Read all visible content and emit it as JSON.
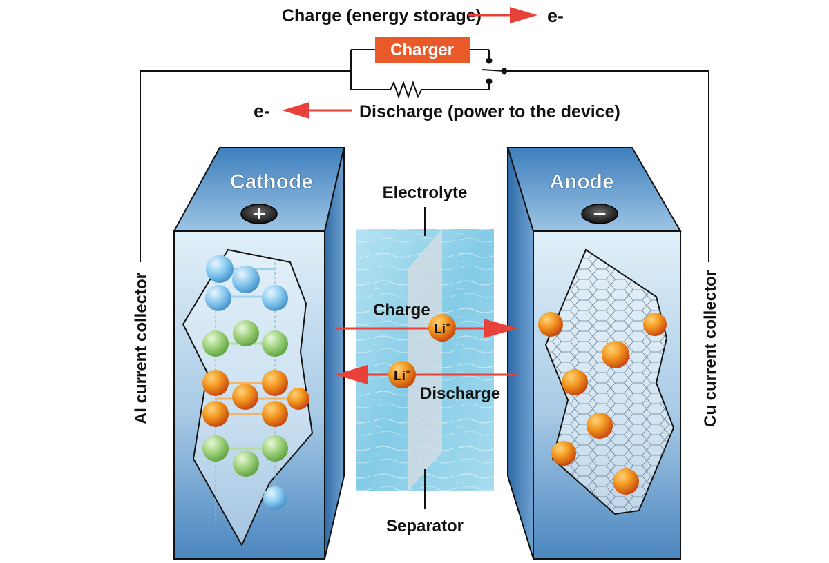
{
  "top": {
    "charge_label": "Charge (energy storage)",
    "charge_e": "e-",
    "charger_label": "Charger",
    "discharge_e": "e-",
    "discharge_label": "Discharge (power to the device)"
  },
  "cathode": {
    "title": "Cathode",
    "sign": "+",
    "collector_label": "Al current collector"
  },
  "anode": {
    "title": "Anode",
    "sign": "−",
    "collector_label": "Cu current collector"
  },
  "middle": {
    "electrolyte_label": "Electrolyte",
    "separator_label": "Separator",
    "charge_label": "Charge",
    "discharge_label": "Discharge",
    "ion_label": "Li",
    "ion_charge": "+"
  },
  "colors": {
    "arrow": "#e8413a",
    "charger_box": "#e85a2a",
    "block_dark": "#4a86bf",
    "block_light": "#dcecf7",
    "electrolyte": "#8fd0e8",
    "ball_orange": "#f08a1e",
    "ball_blue": "#7ec3ea",
    "ball_green": "#8cc96a"
  }
}
